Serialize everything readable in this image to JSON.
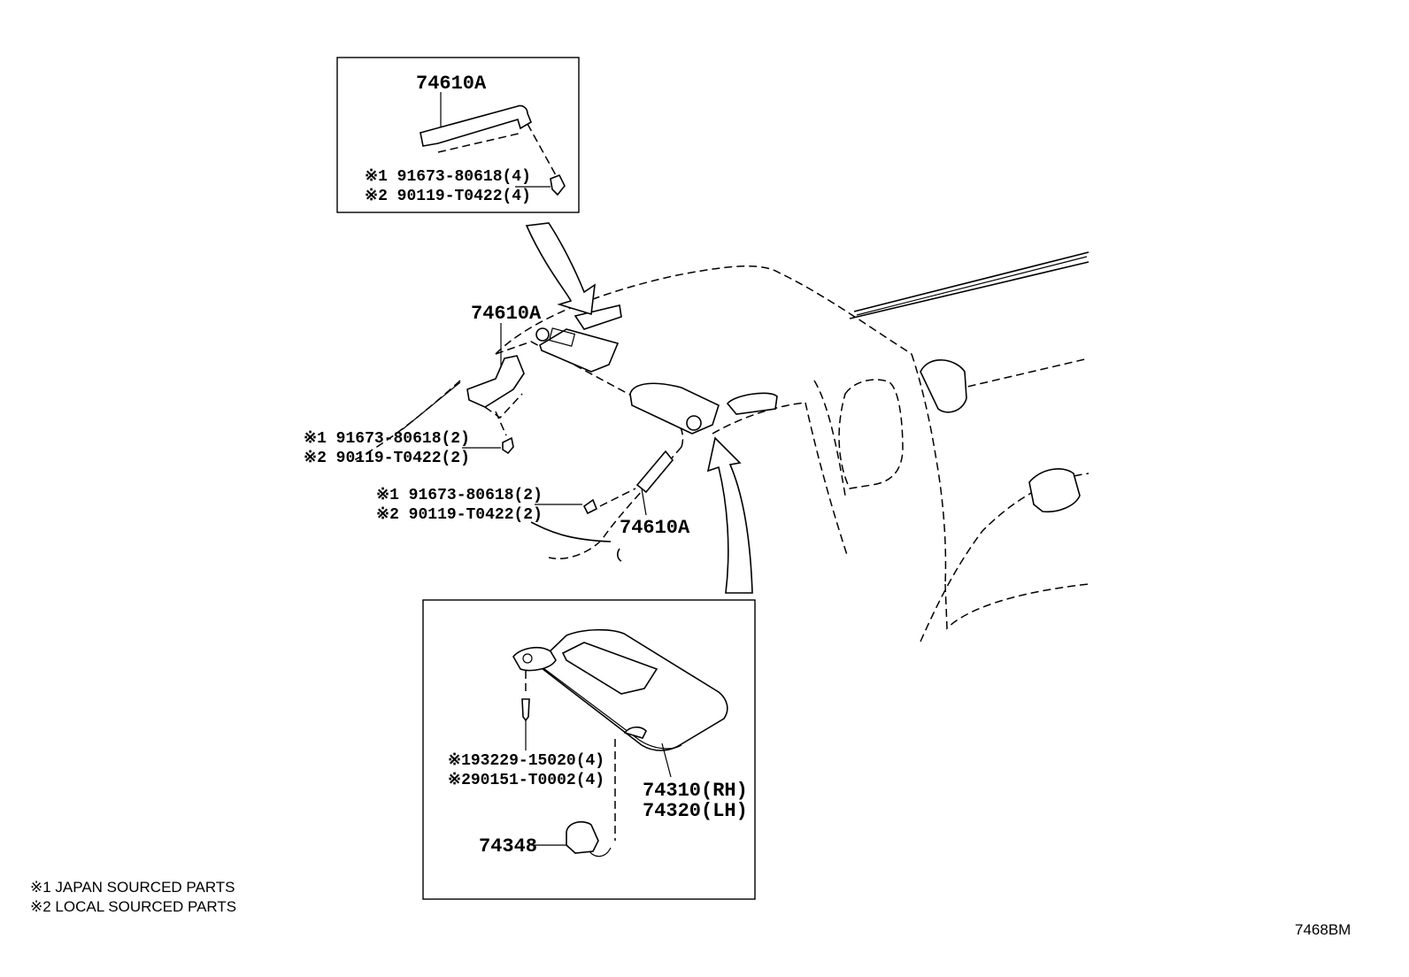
{
  "diagram": {
    "code": "7468BM",
    "notes": [
      "※1 JAPAN SOURCED PARTS",
      "※2 LOCAL SOURCED PARTS"
    ],
    "inset_top": {
      "part": "74610A",
      "fastener_japan": "※1 91673-80618(4)",
      "fastener_local": "※2 90119-T0422(4)"
    },
    "left_handle": {
      "part": "74610A",
      "fastener_japan": "※1 91673-80618(2)",
      "fastener_local": "※2 90119-T0422(2)"
    },
    "middle_handle": {
      "part": "74610A",
      "fastener_japan": "※1 91673-80618(2)",
      "fastener_local": "※2 90119-T0422(2)"
    },
    "inset_visor": {
      "screw_japan": "※193229-15020(4)",
      "screw_local": "※290151-T0002(4)",
      "visor_rh": "74310(RH)",
      "visor_lh": "74320(LH)",
      "holder": "74348"
    }
  }
}
